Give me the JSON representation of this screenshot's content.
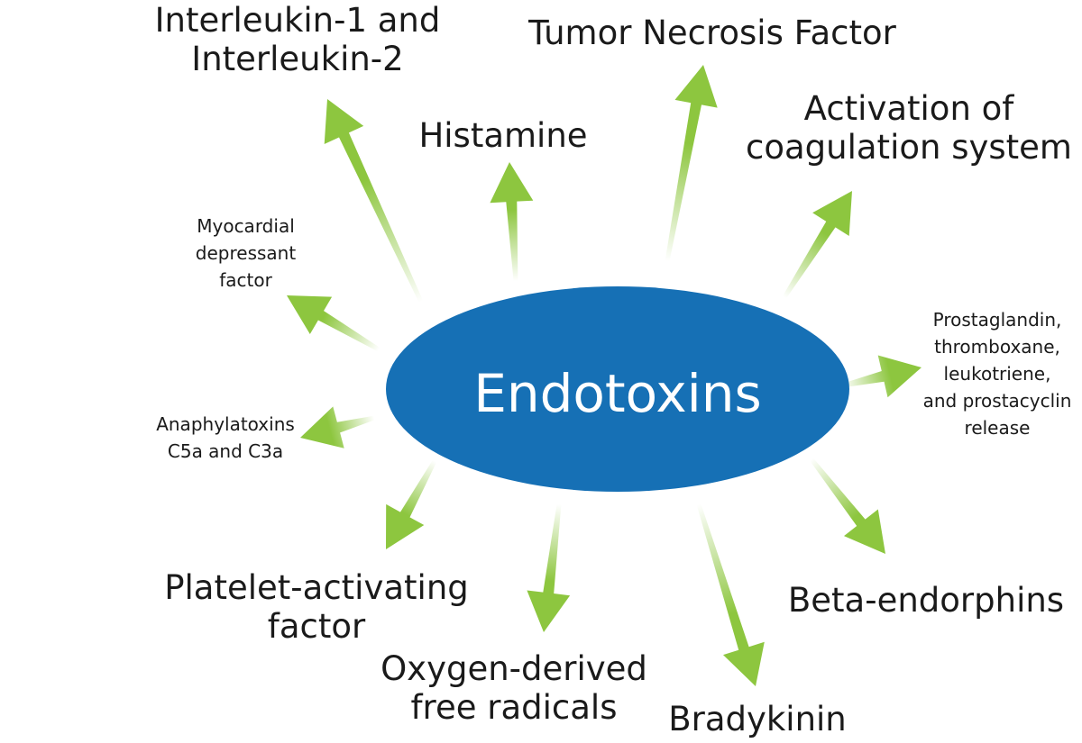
{
  "center": {
    "label": "Endotoxins"
  },
  "colors": {
    "ellipse": "#1670b5",
    "arrow": "#8dc63f",
    "text": "#1a1a1a",
    "center_text": "#ffffff"
  },
  "nodes": [
    {
      "id": "interleukin",
      "lines": [
        "Interleukin-1 and",
        "Interleukin-2"
      ]
    },
    {
      "id": "tnf",
      "lines": [
        "Tumor Necrosis Factor"
      ]
    },
    {
      "id": "histamine",
      "lines": [
        "Histamine"
      ]
    },
    {
      "id": "coagulation",
      "lines": [
        "Activation of",
        "coagulation system"
      ]
    },
    {
      "id": "myocardial",
      "lines": [
        "Myocardial",
        "depressant",
        "factor"
      ]
    },
    {
      "id": "prostaglandin",
      "lines": [
        "Prostaglandin,",
        "thromboxane,",
        "leukotriene,",
        "and prostacyclin",
        "release"
      ]
    },
    {
      "id": "anaphylatoxins",
      "lines": [
        "Anaphylatoxins",
        "C5a and C3a"
      ]
    },
    {
      "id": "platelet",
      "lines": [
        "Platelet-activating",
        "factor"
      ]
    },
    {
      "id": "beta",
      "lines": [
        "Beta-endorphins"
      ]
    },
    {
      "id": "oxygen",
      "lines": [
        "Oxygen-derived",
        "free radicals"
      ]
    },
    {
      "id": "bradykinin",
      "lines": [
        "Bradykinin"
      ]
    }
  ]
}
